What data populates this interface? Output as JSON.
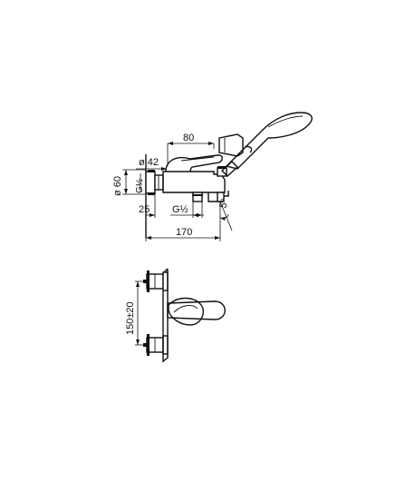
{
  "dimensions": {
    "top_width": "80",
    "pipe_diameter": "ø 42",
    "body_diameter": "ø 60",
    "thread_left": "G½",
    "offset": "25",
    "thread_bottom": "G½",
    "angle": "5°",
    "overall_length": "170",
    "center_distance": "150±20"
  },
  "colors": {
    "line": "#111111",
    "background": "#ffffff"
  }
}
